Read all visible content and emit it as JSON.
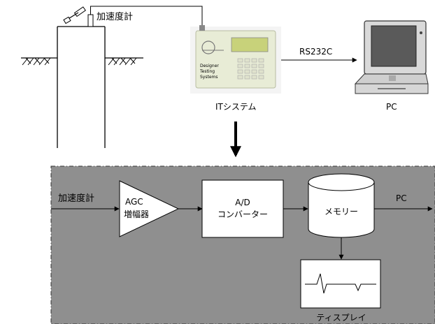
{
  "top": {
    "accelerometer_label": "加速度計",
    "it_system_label": "ITシステム",
    "rs232c_label": "RS232C",
    "pc_label": "PC",
    "device_screen_lines": [
      "Designer",
      "Testing",
      "Systems"
    ]
  },
  "block": {
    "input_label": "加速度計",
    "agc_line1": "AGC",
    "agc_line2": "増幅器",
    "ad_line1": "A/D",
    "ad_line2": "コンバーター",
    "memory_label": "メモリー",
    "output_label": "PC",
    "display_label": "ティスプレイ"
  },
  "colors": {
    "panel": "#8f8f8f",
    "device": "#e8ecd6",
    "lcd": "#c8d27a"
  }
}
